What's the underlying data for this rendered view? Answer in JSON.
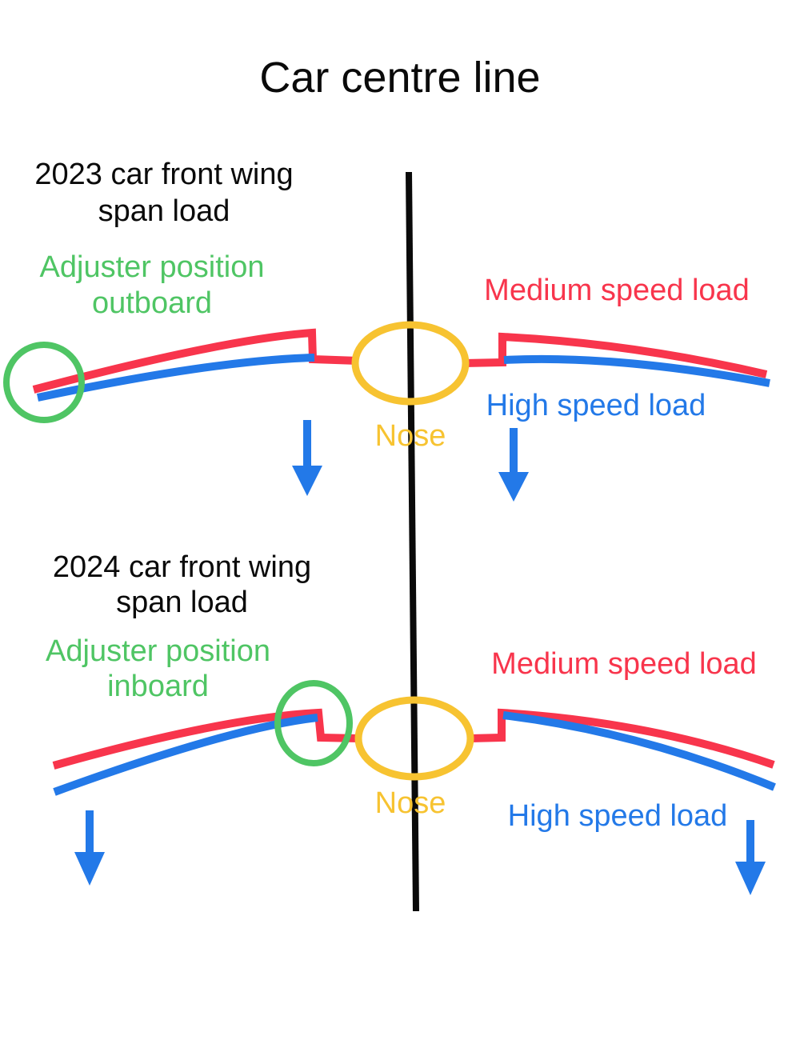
{
  "title": "Car centre line",
  "centre_line_label": "Car centre line",
  "colors": {
    "red": "#F8354C",
    "blue": "#2379E8",
    "green": "#4FC564",
    "yellow": "#F7C331",
    "black": "#0a0a0a"
  },
  "sections": {
    "top": {
      "heading": "2023 car front wing\nspan load",
      "adjuster": "Adjuster position\noutboard",
      "medium_label": "Medium speed load",
      "high_label": "High speed load",
      "nose_label": "Nose"
    },
    "bottom": {
      "heading": "2024 car front wing\nspan load",
      "adjuster": "Adjuster position\ninboard",
      "medium_label": "Medium speed load",
      "high_label": "High speed load",
      "nose_label": "Nose"
    }
  }
}
